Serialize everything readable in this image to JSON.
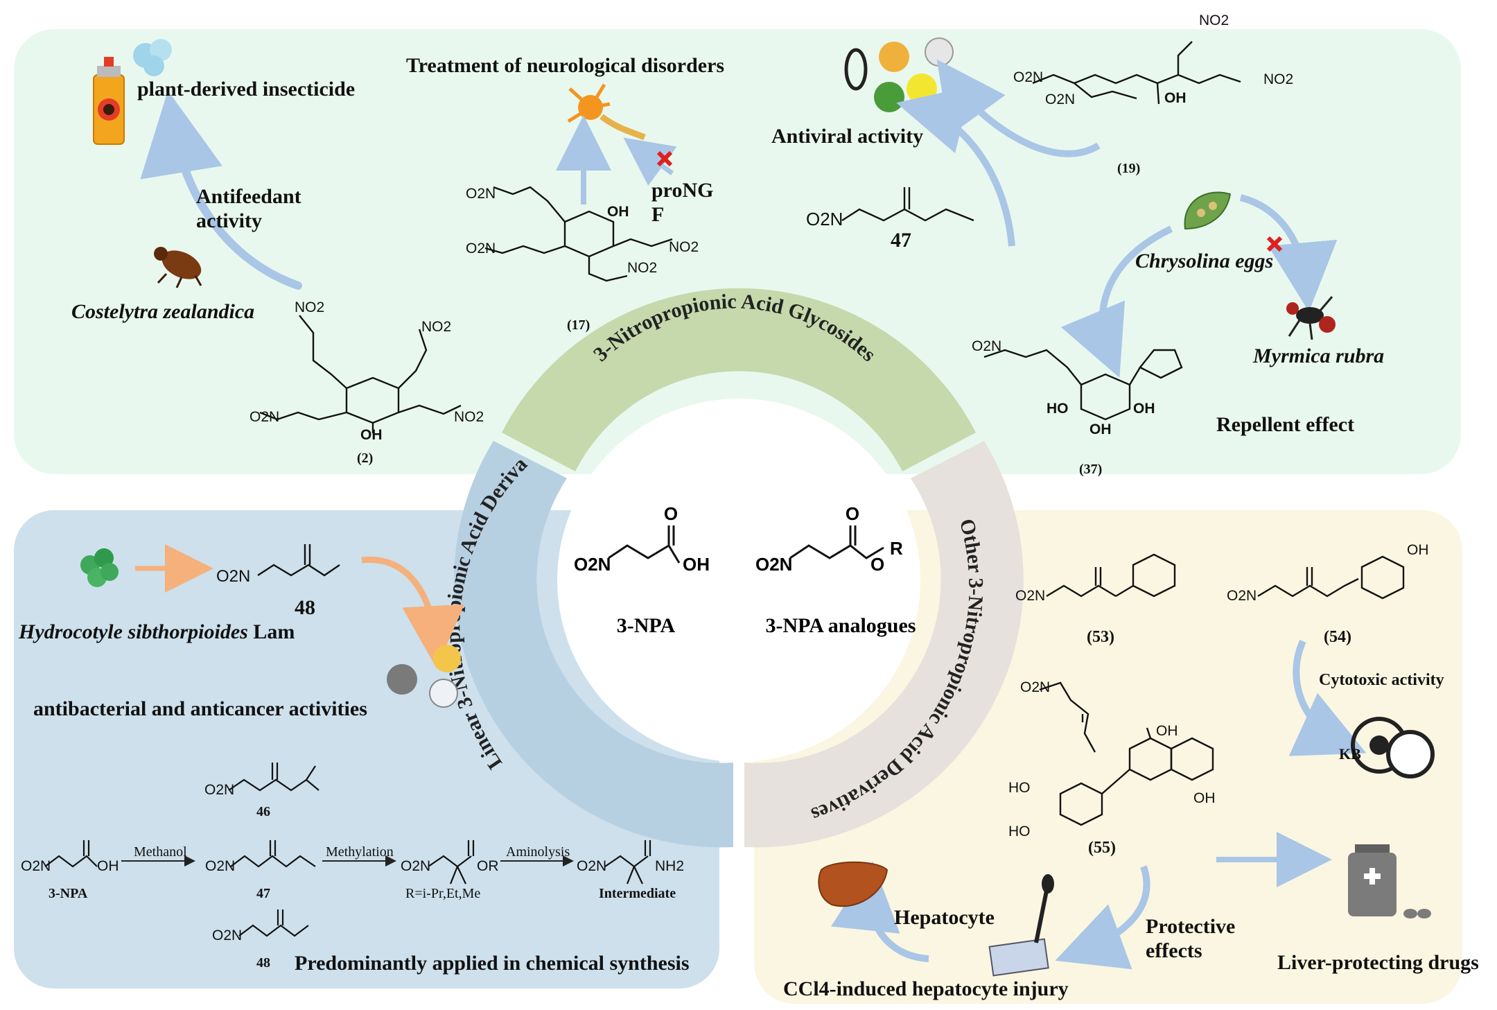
{
  "center": {
    "ring_top": "3-Nitropropionic Acid Glycosides",
    "ring_left": "Linear 3-Nitropropionic Acid Deriva",
    "ring_right": "Other 3-Nitropropionic Acid Derivatives",
    "npa_label": "3-NPA",
    "analogues_label": "3-NPA analogues",
    "o2n": "O2N",
    "oh": "OH",
    "o": "O",
    "r": "R"
  },
  "top_panel": {
    "insecticide": "plant-derived insecticide",
    "antifeedant": "Antifeedant activity",
    "costelytra": "Costelytra zealandica",
    "neuro": "Treatment of neurological disorders",
    "prongf": "proNG F",
    "antiviral": "Antiviral activity",
    "chrysolina": "Chrysolina eggs",
    "myrmica": "Myrmica rubra",
    "repellent": "Repellent effect",
    "cmp2": "(2)",
    "cmp17": "(17)",
    "cmp19": "(19)",
    "cmp37": "(37)",
    "cmp47": "47",
    "no2": "NO2",
    "o2n": "O2N",
    "oh": "OH",
    "ho": "HO"
  },
  "left_panel": {
    "cmp48": "48",
    "hydrocotyle": "Hydrocotyle sibthorpioides",
    "lam": "Lam",
    "antibacterial": "antibacterial and anticancer activities",
    "cmp46": "46",
    "npa": "3-NPA",
    "methanol": "Methanol",
    "cmp47": "47",
    "methylation": "Methylation",
    "r_def": "R=i-Pr,Et,Me",
    "aminolysis": "Aminolysis",
    "intermediate": "Intermediate",
    "cmp48b": "48",
    "synthesis": "Predominantly applied in chemical synthesis",
    "or": "OR",
    "nh2": "NH2",
    "o2n": "O2N",
    "oh": "OH"
  },
  "right_panel": {
    "cmp53": "(53)",
    "cmp54": "(54)",
    "cytotoxic": "Cytotoxic activity",
    "kb": "KB",
    "cmp55": "(55)",
    "hepatocyte": "Hepatocyte",
    "protective": "Protective effects",
    "ccl4": "CCl4-induced hepatocyte injury",
    "liver_drugs": "Liver-protecting drugs",
    "o2n": "O2N",
    "oh": "OH",
    "ho": "HO"
  },
  "colors": {
    "top_bg": "#e9f8ee",
    "left_bg": "#cde0ec",
    "right_bg": "#fbf6e1",
    "ring_green": "#c5d9ac",
    "ring_blue": "#b7d0e1",
    "ring_grey": "#e6e1dc",
    "arrow_blue": "#a9c6e6",
    "arrow_orange": "#f5b07c"
  }
}
